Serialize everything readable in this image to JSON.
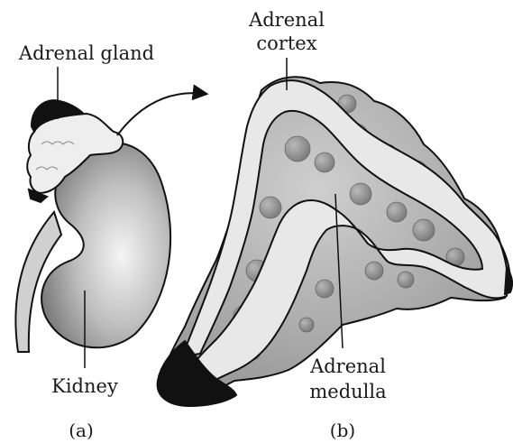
{
  "labels": {
    "adrenal_gland": "Adrenal gland",
    "kidney": "Kidney",
    "panel_a": "(a)",
    "adrenal_cortex_line1": "Adrenal",
    "adrenal_cortex_line2": "cortex",
    "adrenal_medulla_line1": "Adrenal",
    "adrenal_medulla_line2": "medulla",
    "panel_b": "(b)"
  }
}
